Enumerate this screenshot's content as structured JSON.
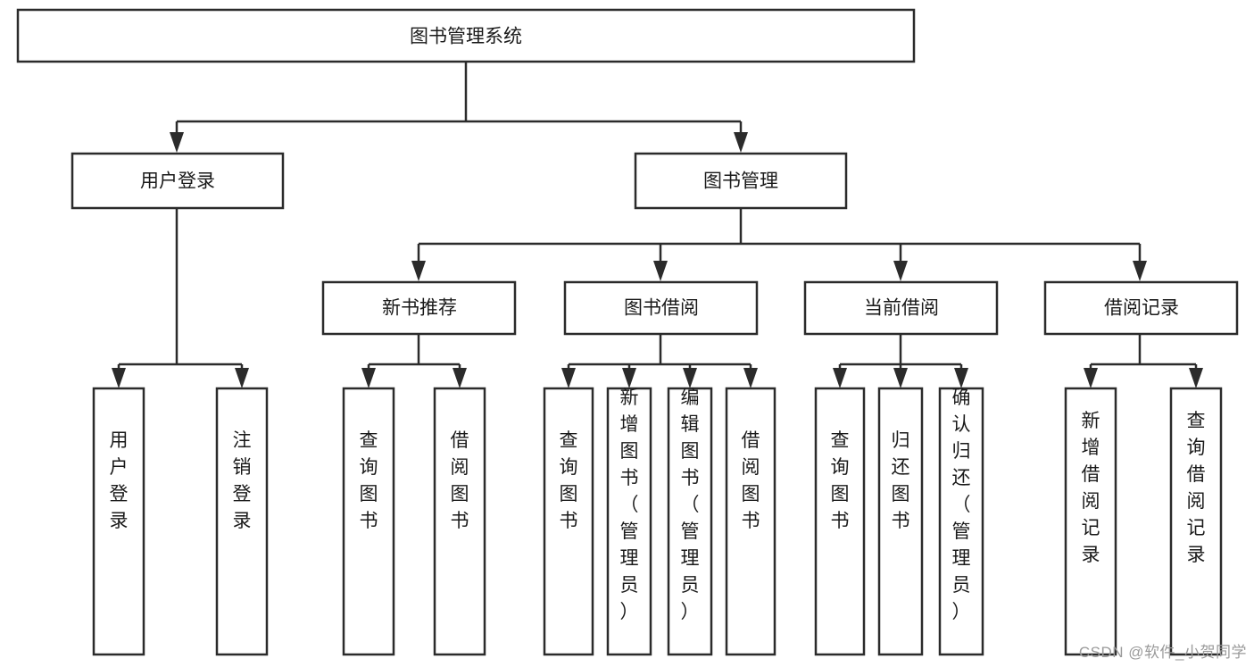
{
  "diagram": {
    "title": "图书管理系统",
    "type": "hierarchy-tree",
    "orientation": "top-down",
    "levels": 4,
    "root": {
      "id": "root",
      "label": "图书管理系统",
      "text_orientation": "horizontal"
    },
    "level2": [
      {
        "id": "user-login",
        "label": "用户登录",
        "text_orientation": "horizontal"
      },
      {
        "id": "book-manage",
        "label": "图书管理",
        "text_orientation": "horizontal"
      }
    ],
    "level3": [
      {
        "id": "new-book-recommend",
        "label": "新书推荐",
        "parent": "book-manage",
        "text_orientation": "horizontal"
      },
      {
        "id": "book-borrow",
        "label": "图书借阅",
        "parent": "book-manage",
        "text_orientation": "horizontal"
      },
      {
        "id": "current-borrow",
        "label": "当前借阅",
        "parent": "book-manage",
        "text_orientation": "horizontal"
      },
      {
        "id": "borrow-record",
        "label": "借阅记录",
        "parent": "book-manage",
        "text_orientation": "horizontal"
      }
    ],
    "leaves": [
      {
        "id": "leaf-user-login",
        "label": "用户登录",
        "parent": "user-login",
        "text_orientation": "vertical"
      },
      {
        "id": "leaf-user-logout",
        "label": "注销登录",
        "parent": "user-login",
        "text_orientation": "vertical"
      },
      {
        "id": "leaf-query-book-1",
        "label": "查询图书",
        "parent": "new-book-recommend",
        "text_orientation": "vertical"
      },
      {
        "id": "leaf-borrow-book-1",
        "label": "借阅图书",
        "parent": "new-book-recommend",
        "text_orientation": "vertical"
      },
      {
        "id": "leaf-query-book-2",
        "label": "查询图书",
        "parent": "book-borrow",
        "text_orientation": "vertical"
      },
      {
        "id": "leaf-add-book",
        "label": "新增图书（管理员）",
        "parent": "book-borrow",
        "text_orientation": "vertical"
      },
      {
        "id": "leaf-edit-book",
        "label": "编辑图书（管理员）",
        "parent": "book-borrow",
        "text_orientation": "vertical"
      },
      {
        "id": "leaf-borrow-book-2",
        "label": "借阅图书",
        "parent": "book-borrow",
        "text_orientation": "vertical"
      },
      {
        "id": "leaf-query-book-3",
        "label": "查询图书",
        "parent": "current-borrow",
        "text_orientation": "vertical"
      },
      {
        "id": "leaf-return-book",
        "label": "归还图书",
        "parent": "current-borrow",
        "text_orientation": "vertical"
      },
      {
        "id": "leaf-confirm-return",
        "label": "确认归还（管理员）",
        "parent": "current-borrow",
        "text_orientation": "vertical"
      },
      {
        "id": "leaf-add-record",
        "label": "新增借阅记录",
        "parent": "borrow-record",
        "text_orientation": "vertical"
      },
      {
        "id": "leaf-query-record",
        "label": "查询借阅记录",
        "parent": "borrow-record",
        "text_orientation": "vertical"
      }
    ],
    "colors": {
      "box_stroke": "#2b2b2b",
      "box_fill": "#ffffff",
      "connector": "#2b2b2b",
      "text": "#1a1a1a",
      "background": "#ffffff",
      "watermark": "#9a9a9a"
    }
  },
  "watermark": {
    "text": "CSDN @软件_小贺同学"
  }
}
